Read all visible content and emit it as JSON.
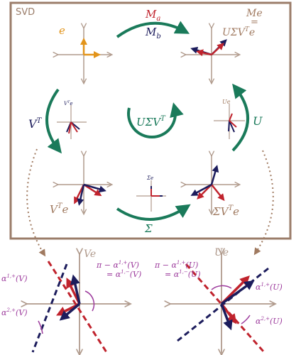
{
  "panel": {
    "title": "SVD",
    "colors": {
      "frame": "#9b7d6a",
      "axis": "#b09a8c",
      "red": "#c0232d",
      "navy": "#1c1c5c",
      "orange": "#e2941a",
      "green": "#1a7a5a",
      "purple": "#9c3a9c"
    }
  },
  "labels": {
    "e": "e",
    "Ma": "M",
    "Ma_sub": "a",
    "Mb": "M",
    "Mb_sub": "b",
    "Me": "Me",
    "Me_eq": "=",
    "Me_usvte": "UΣV",
    "Me_T": "T",
    "Me_e": "e",
    "VT": "V",
    "VT_sup": "T",
    "VTe_small": "V",
    "VTe_small_T": "T",
    "VTe_small_e": "e",
    "U": "U",
    "Ue_small": "Ue",
    "center_usv": "UΣV",
    "center_T": "T",
    "VTe": "V",
    "VTe_T": "T",
    "VTe_e": "e",
    "Sigma_e_small": "Σe",
    "Sigma": "Σ",
    "SVTe": "ΣV",
    "SVTe_T": "T",
    "SVTe_e": "e"
  },
  "details": {
    "left": {
      "title": "Ve",
      "pi_line": "π − α",
      "pi_sup": "1,+",
      "pi_arg": "(V)",
      "eq_line": "= α",
      "eq_sup": "1,−",
      "eq_arg": "(V)",
      "a1": "α",
      "a1_sup": "1,+",
      "a1_arg": "(V)",
      "a2": "α",
      "a2_sup": "2,+",
      "a2_arg": "(V)"
    },
    "right": {
      "title": "Ue",
      "pi_line": "π − α",
      "pi_sup": "1,+",
      "pi_arg": "(U)",
      "eq_line": "= α",
      "eq_sup": "1,−",
      "eq_arg": "(U)",
      "a1": "α",
      "a1_sup": "1,+",
      "a1_arg": "(U)",
      "a2": "α",
      "a2_sup": "2,+",
      "a2_arg": "(U)"
    }
  }
}
